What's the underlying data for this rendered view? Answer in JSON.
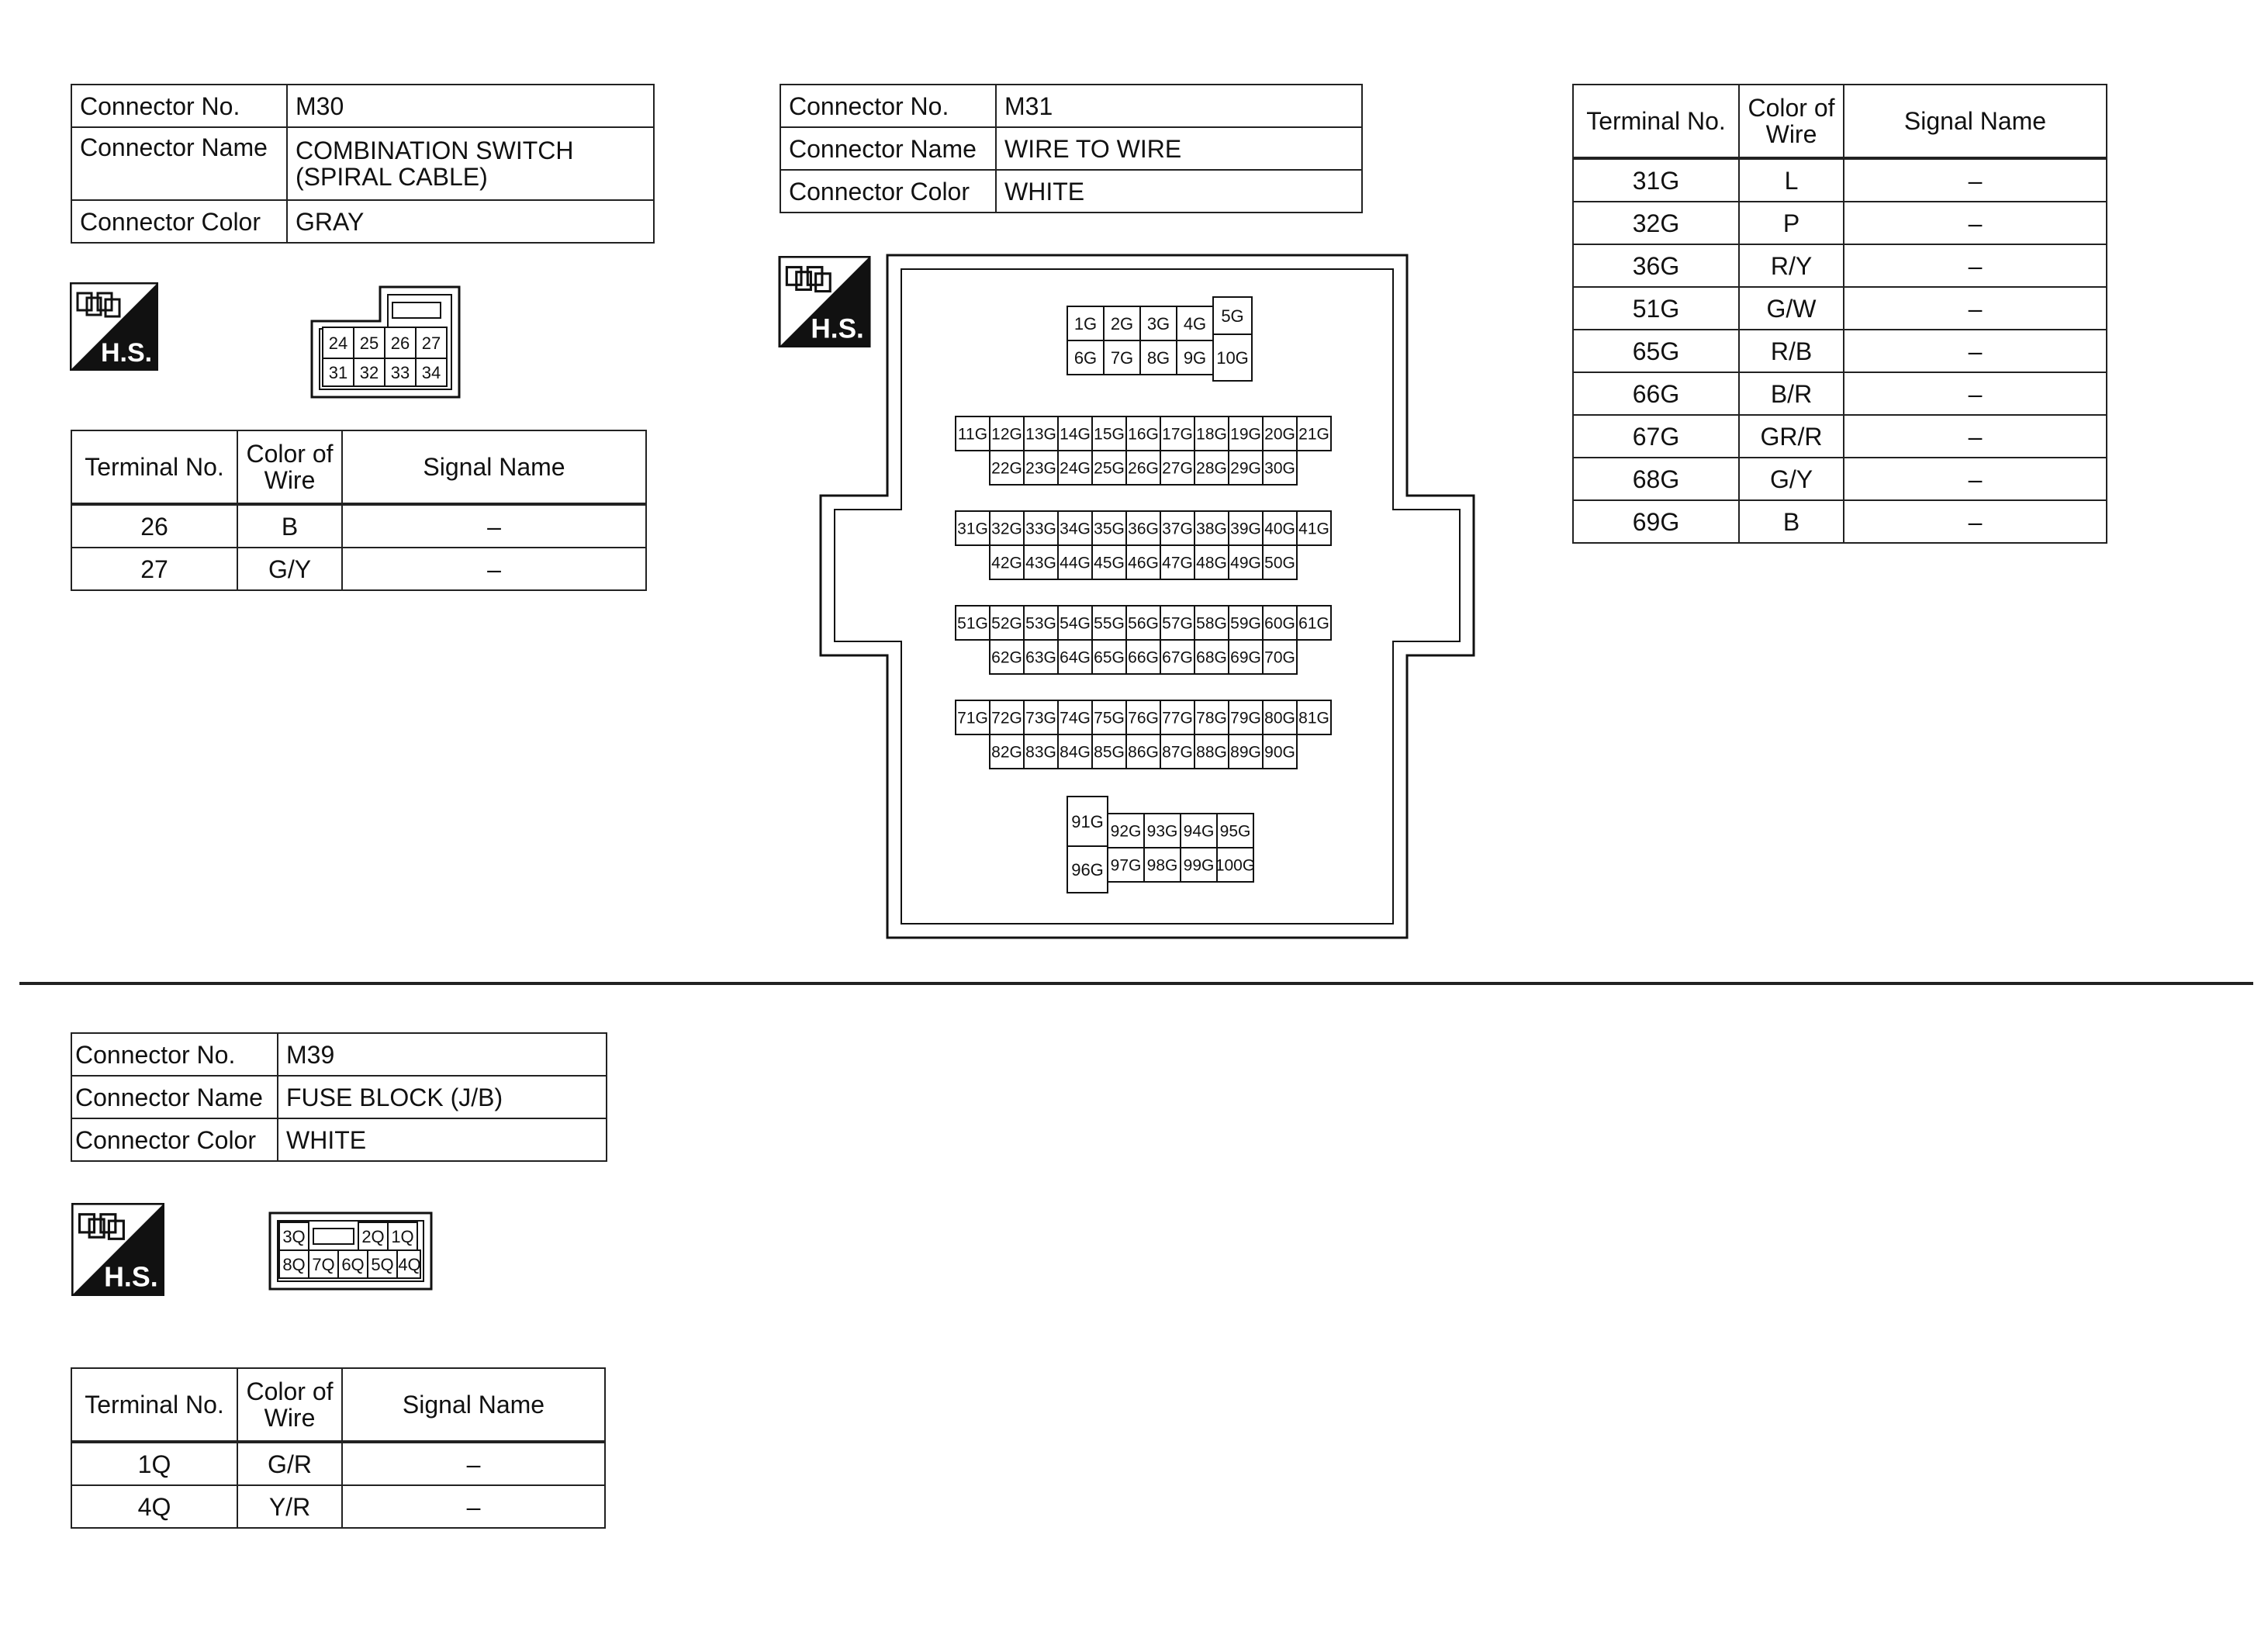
{
  "hs_label": "H.S.",
  "m30": {
    "connector_no_label": "Connector No.",
    "connector_no": "M30",
    "connector_name_label": "Connector Name",
    "connector_name_1": "COMBINATION SWITCH",
    "connector_name_2": "(SPIRAL CABLE)",
    "connector_color_label": "Connector Color",
    "connector_color": "GRAY",
    "terminals_face": [
      "24",
      "25",
      "26",
      "27",
      "31",
      "32",
      "33",
      "34"
    ],
    "table": {
      "h_terminal": "Terminal No.",
      "h_color_1": "Color of",
      "h_color_2": "Wire",
      "h_signal": "Signal Name",
      "rows": [
        {
          "terminal": "26",
          "color": "B",
          "signal": "–"
        },
        {
          "terminal": "27",
          "color": "G/Y",
          "signal": "–"
        }
      ]
    }
  },
  "m31": {
    "connector_no_label": "Connector No.",
    "connector_no": "M31",
    "connector_name_label": "Connector Name",
    "connector_name": "WIRE TO WIRE",
    "connector_color_label": "Connector Color",
    "connector_color": "WHITE",
    "face": {
      "top_row1": [
        "1G",
        "2G",
        "3G",
        "4G"
      ],
      "top_row2": [
        "6G",
        "7G",
        "8G",
        "9G"
      ],
      "top_tall": [
        "5G",
        "10G"
      ],
      "b1_top": [
        "11G",
        "12G",
        "13G",
        "14G",
        "15G",
        "16G",
        "17G",
        "18G",
        "19G",
        "20G",
        "21G"
      ],
      "b1_bot": [
        "22G",
        "23G",
        "24G",
        "25G",
        "26G",
        "27G",
        "28G",
        "29G",
        "30G"
      ],
      "b2_top": [
        "31G",
        "32G",
        "33G",
        "34G",
        "35G",
        "36G",
        "37G",
        "38G",
        "39G",
        "40G",
        "41G"
      ],
      "b2_bot": [
        "42G",
        "43G",
        "44G",
        "45G",
        "46G",
        "47G",
        "48G",
        "49G",
        "50G"
      ],
      "b3_top": [
        "51G",
        "52G",
        "53G",
        "54G",
        "55G",
        "56G",
        "57G",
        "58G",
        "59G",
        "60G",
        "61G"
      ],
      "b3_bot": [
        "62G",
        "63G",
        "64G",
        "65G",
        "66G",
        "67G",
        "68G",
        "69G",
        "70G"
      ],
      "b4_top": [
        "71G",
        "72G",
        "73G",
        "74G",
        "75G",
        "76G",
        "77G",
        "78G",
        "79G",
        "80G",
        "81G"
      ],
      "b4_bot": [
        "82G",
        "83G",
        "84G",
        "85G",
        "86G",
        "87G",
        "88G",
        "89G",
        "90G"
      ],
      "bottom_tall": [
        "91G",
        "96G"
      ],
      "bottom_row1": [
        "92G",
        "93G",
        "94G",
        "95G"
      ],
      "bottom_row2": [
        "97G",
        "98G",
        "99G",
        "100G"
      ]
    },
    "table": {
      "h_terminal": "Terminal No.",
      "h_color_1": "Color of",
      "h_color_2": "Wire",
      "h_signal": "Signal Name",
      "rows": [
        {
          "terminal": "31G",
          "color": "L",
          "signal": "–"
        },
        {
          "terminal": "32G",
          "color": "P",
          "signal": "–"
        },
        {
          "terminal": "36G",
          "color": "R/Y",
          "signal": "–"
        },
        {
          "terminal": "51G",
          "color": "G/W",
          "signal": "–"
        },
        {
          "terminal": "65G",
          "color": "R/B",
          "signal": "–"
        },
        {
          "terminal": "66G",
          "color": "B/R",
          "signal": "–"
        },
        {
          "terminal": "67G",
          "color": "GR/R",
          "signal": "–"
        },
        {
          "terminal": "68G",
          "color": "G/Y",
          "signal": "–"
        },
        {
          "terminal": "69G",
          "color": "B",
          "signal": "–"
        }
      ]
    }
  },
  "m39": {
    "connector_no_label": "Connector No.",
    "connector_no": "M39",
    "connector_name_label": "Connector Name",
    "connector_name": "FUSE BLOCK (J/B)",
    "connector_color_label": "Connector Color",
    "connector_color": "WHITE",
    "face_top": [
      "3Q",
      "2Q",
      "1Q"
    ],
    "face_bottom": [
      "8Q",
      "7Q",
      "6Q",
      "5Q",
      "4Q"
    ],
    "table": {
      "h_terminal": "Terminal No.",
      "h_color_1": "Color of",
      "h_color_2": "Wire",
      "h_signal": "Signal Name",
      "rows": [
        {
          "terminal": "1Q",
          "color": "G/R",
          "signal": "–"
        },
        {
          "terminal": "4Q",
          "color": "Y/R",
          "signal": "–"
        }
      ]
    }
  }
}
